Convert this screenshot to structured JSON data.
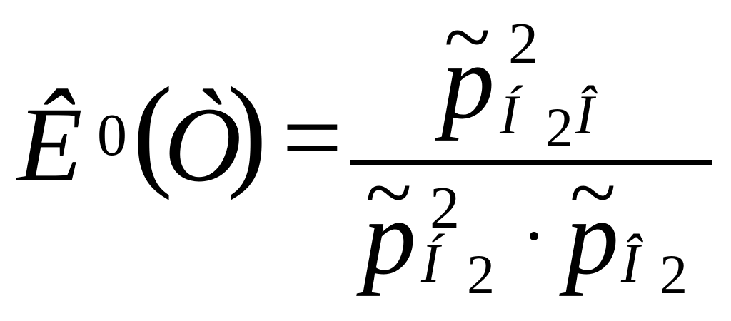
{
  "lhs": {
    "symbol": "Ê",
    "superscript": "0",
    "open_paren": "(",
    "argument": "Ò",
    "close_paren": ")"
  },
  "equals": "=",
  "numerator": {
    "tilde": "~",
    "base": "p",
    "superscript": "2",
    "subscript_a": "Í",
    "subscript_index": "2",
    "subscript_b": "Î"
  },
  "denominator": {
    "left": {
      "tilde": "~",
      "base": "p",
      "superscript": "2",
      "subscript_a": "Í",
      "subscript_index": "2"
    },
    "right": {
      "tilde": "~",
      "base": "p",
      "subscript_a": "Î",
      "subscript_index": "2"
    }
  }
}
